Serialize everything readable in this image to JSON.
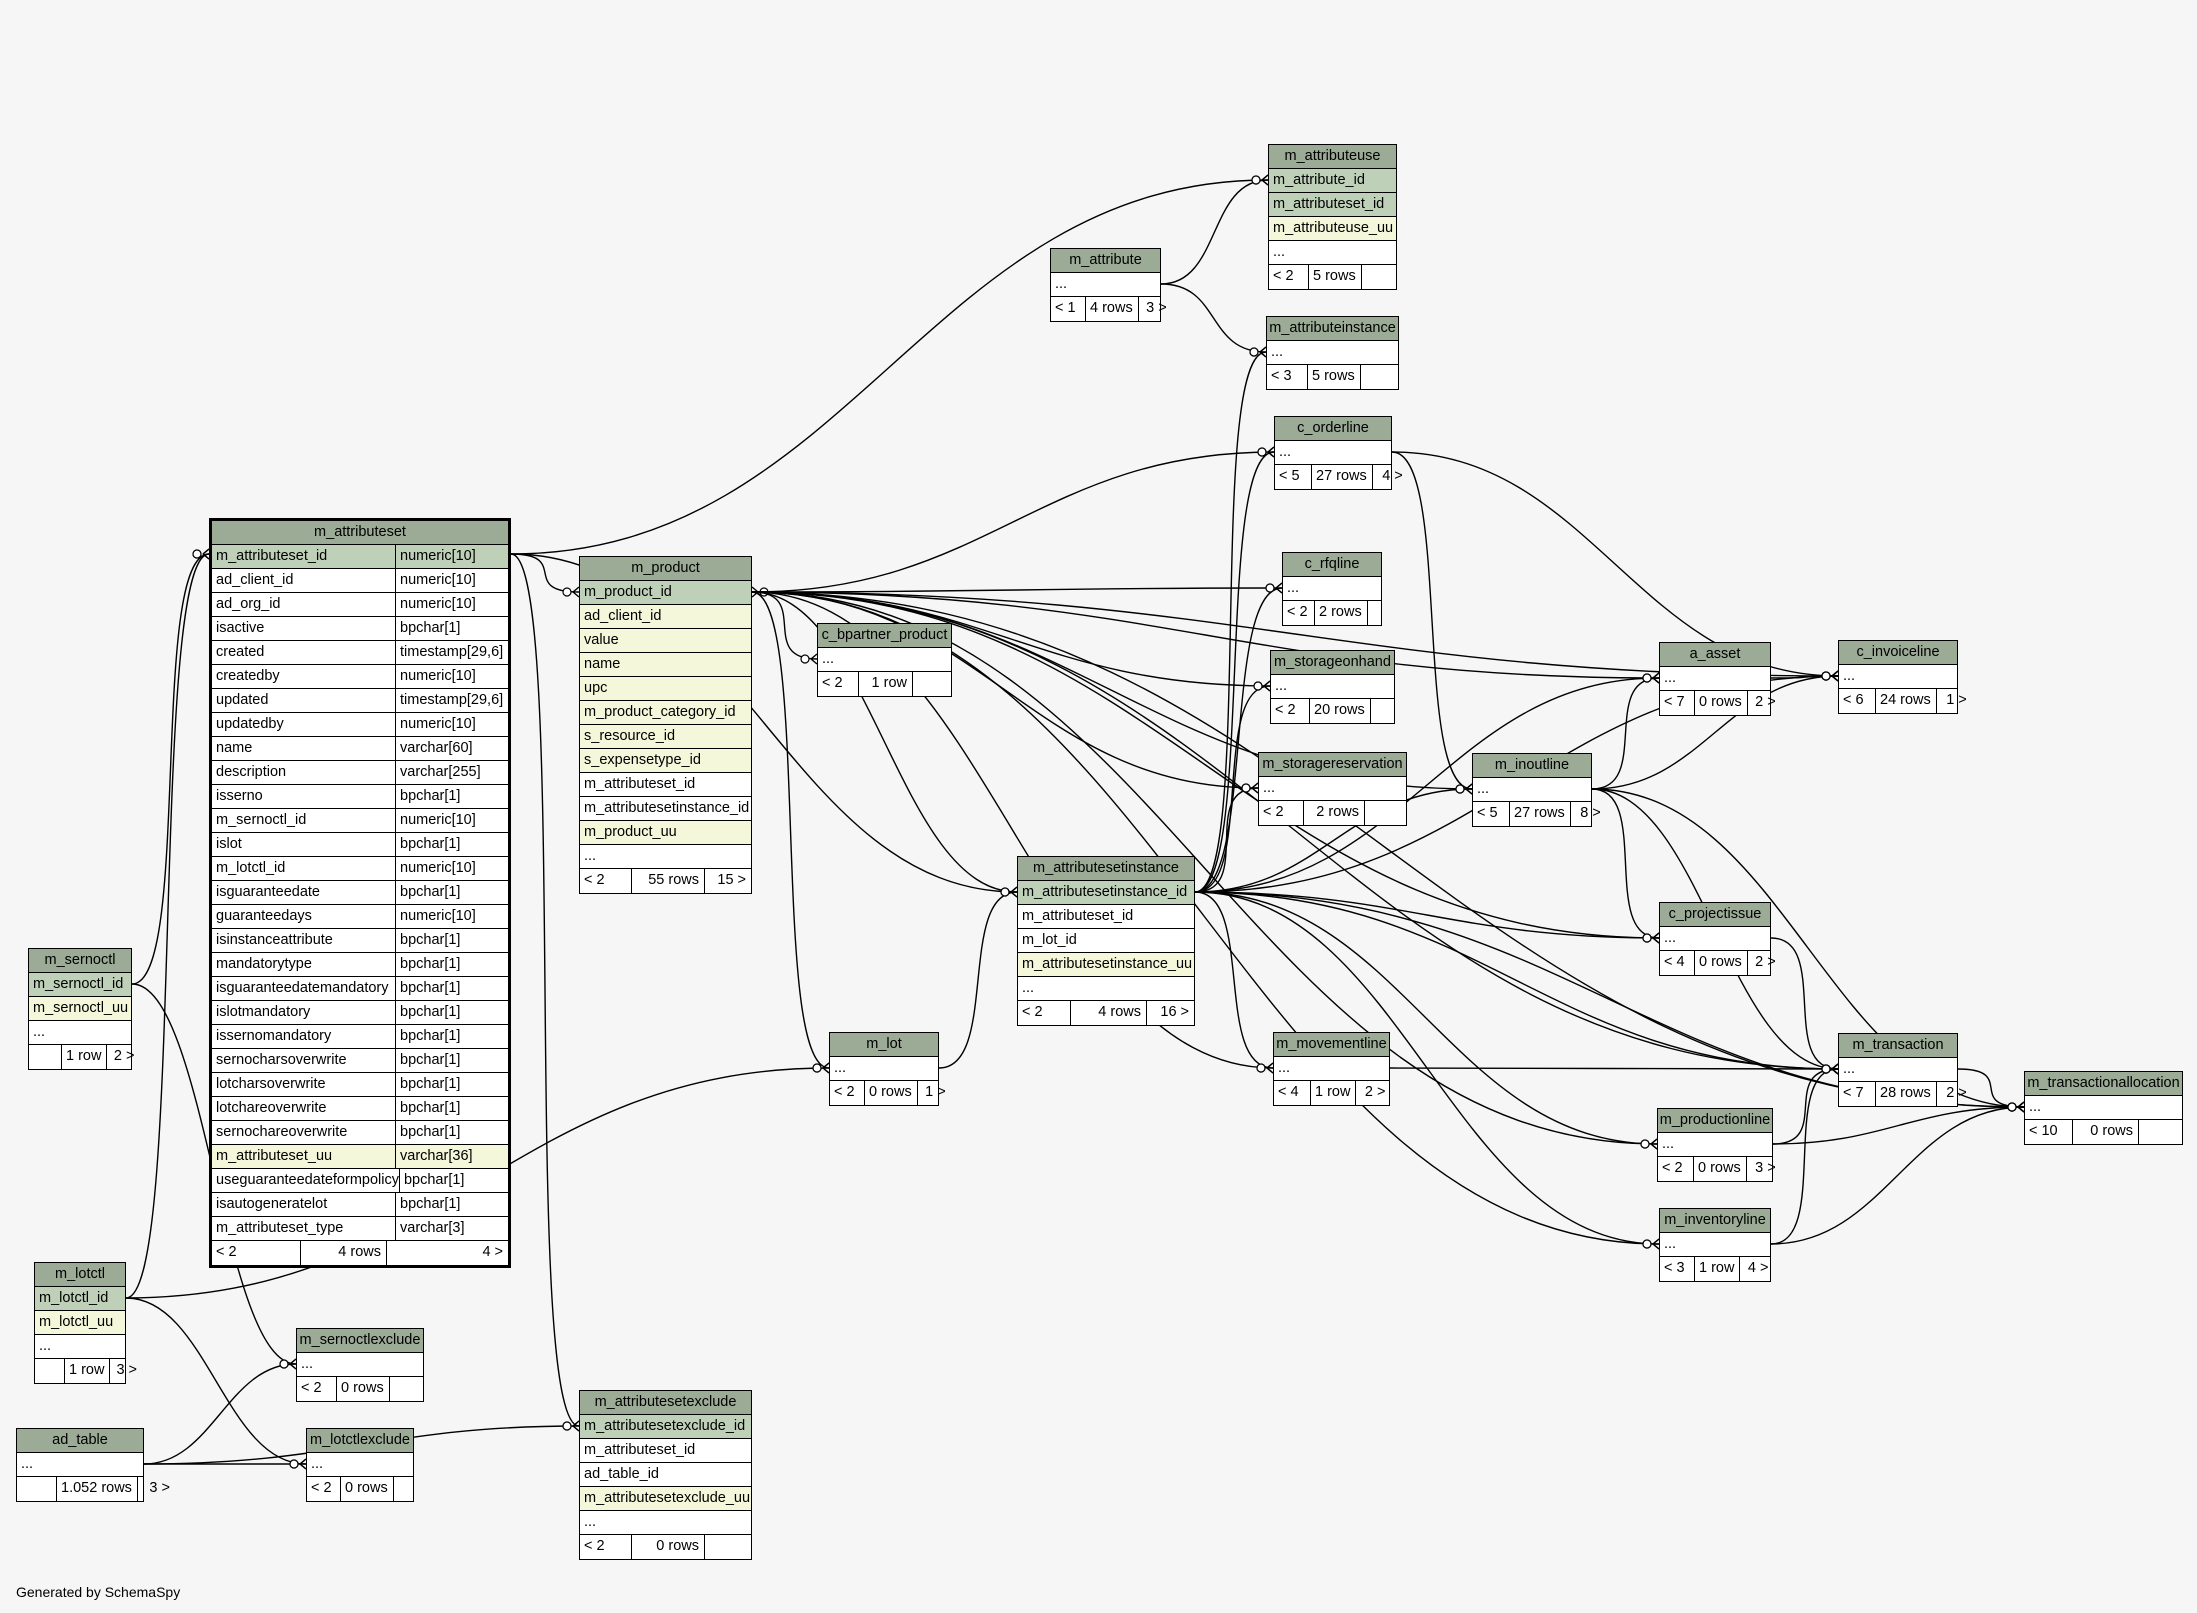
{
  "footer": "Generated by SchemaSpy",
  "colors": {
    "background": "#f6f6f6",
    "header": "#9bab96",
    "primary_key": "#bed1b8",
    "indexed": "#f4f7da",
    "plain": "#ffffff"
  },
  "tables": [
    {
      "id": "m_attributeset",
      "title": "m_attributeset",
      "focus": true,
      "columns": [
        {
          "name": "m_attributeset_id",
          "type": "numeric[10]",
          "kind": "pk"
        },
        {
          "name": "ad_client_id",
          "type": "numeric[10]"
        },
        {
          "name": "ad_org_id",
          "type": "numeric[10]"
        },
        {
          "name": "isactive",
          "type": "bpchar[1]"
        },
        {
          "name": "created",
          "type": "timestamp[29,6]"
        },
        {
          "name": "createdby",
          "type": "numeric[10]"
        },
        {
          "name": "updated",
          "type": "timestamp[29,6]"
        },
        {
          "name": "updatedby",
          "type": "numeric[10]"
        },
        {
          "name": "name",
          "type": "varchar[60]"
        },
        {
          "name": "description",
          "type": "varchar[255]"
        },
        {
          "name": "isserno",
          "type": "bpchar[1]"
        },
        {
          "name": "m_sernoctl_id",
          "type": "numeric[10]"
        },
        {
          "name": "islot",
          "type": "bpchar[1]"
        },
        {
          "name": "m_lotctl_id",
          "type": "numeric[10]"
        },
        {
          "name": "isguaranteedate",
          "type": "bpchar[1]"
        },
        {
          "name": "guaranteedays",
          "type": "numeric[10]"
        },
        {
          "name": "isinstanceattribute",
          "type": "bpchar[1]"
        },
        {
          "name": "mandatorytype",
          "type": "bpchar[1]"
        },
        {
          "name": "isguaranteedatemandatory",
          "type": "bpchar[1]"
        },
        {
          "name": "islotmandatory",
          "type": "bpchar[1]"
        },
        {
          "name": "issernomandatory",
          "type": "bpchar[1]"
        },
        {
          "name": "sernocharsoverwrite",
          "type": "bpchar[1]"
        },
        {
          "name": "lotcharsoverwrite",
          "type": "bpchar[1]"
        },
        {
          "name": "lotchareoverwrite",
          "type": "bpchar[1]"
        },
        {
          "name": "sernochareoverwrite",
          "type": "bpchar[1]"
        },
        {
          "name": "m_attributeset_uu",
          "type": "varchar[36]",
          "kind": "idx"
        },
        {
          "name": "useguaranteedateformpolicy",
          "type": "bpchar[1]"
        },
        {
          "name": "isautogeneratelot",
          "type": "bpchar[1]"
        },
        {
          "name": "m_attributeset_type",
          "type": "varchar[3]"
        }
      ],
      "footer": [
        "< 2",
        "4 rows",
        "4 >"
      ]
    },
    {
      "id": "m_product",
      "title": "m_product",
      "columns": [
        {
          "name": "m_product_id",
          "kind": "pk"
        },
        {
          "name": "ad_client_id",
          "kind": "idx"
        },
        {
          "name": "value",
          "kind": "idx"
        },
        {
          "name": "name",
          "kind": "idx"
        },
        {
          "name": "upc",
          "kind": "idx"
        },
        {
          "name": "m_product_category_id",
          "kind": "idx"
        },
        {
          "name": "s_resource_id",
          "kind": "idx"
        },
        {
          "name": "s_expensetype_id",
          "kind": "idx"
        },
        {
          "name": "m_attributeset_id"
        },
        {
          "name": "m_attributesetinstance_id"
        },
        {
          "name": "m_product_uu",
          "kind": "idx"
        },
        {
          "name": "..."
        }
      ],
      "footer": [
        "< 2",
        "55 rows",
        "15 >"
      ]
    },
    {
      "id": "m_sernoctl",
      "title": "m_sernoctl",
      "columns": [
        {
          "name": "m_sernoctl_id",
          "kind": "pk"
        },
        {
          "name": "m_sernoctl_uu",
          "kind": "idx"
        },
        {
          "name": "..."
        }
      ],
      "footer": [
        "",
        "1 row",
        "2 >"
      ]
    },
    {
      "id": "m_lotctl",
      "title": "m_lotctl",
      "columns": [
        {
          "name": "m_lotctl_id",
          "kind": "pk"
        },
        {
          "name": "m_lotctl_uu",
          "kind": "idx"
        },
        {
          "name": "..."
        }
      ],
      "footer": [
        "",
        "1 row",
        "3 >"
      ]
    },
    {
      "id": "ad_table",
      "title": "ad_table",
      "columns": [
        {
          "name": "..."
        }
      ],
      "footer": [
        "",
        "1.052 rows",
        "3 >"
      ]
    },
    {
      "id": "m_sernoctlexclude",
      "title": "m_sernoctlexclude",
      "columns": [
        {
          "name": "..."
        }
      ],
      "footer": [
        "< 2",
        "0 rows",
        ""
      ]
    },
    {
      "id": "m_lotctlexclude",
      "title": "m_lotctlexclude",
      "columns": [
        {
          "name": "..."
        }
      ],
      "footer": [
        "< 2",
        "0 rows",
        ""
      ]
    },
    {
      "id": "m_attributesetexclude",
      "title": "m_attributesetexclude",
      "columns": [
        {
          "name": "m_attributesetexclude_id",
          "kind": "pk"
        },
        {
          "name": "m_attributeset_id"
        },
        {
          "name": "ad_table_id"
        },
        {
          "name": "m_attributesetexclude_uu",
          "kind": "idx"
        },
        {
          "name": "..."
        }
      ],
      "footer": [
        "< 2",
        "0 rows",
        ""
      ]
    },
    {
      "id": "c_bpartner_product",
      "title": "c_bpartner_product",
      "columns": [
        {
          "name": "..."
        }
      ],
      "footer": [
        "< 2",
        "1 row",
        ""
      ]
    },
    {
      "id": "m_attribute",
      "title": "m_attribute",
      "columns": [
        {
          "name": "..."
        }
      ],
      "footer": [
        "< 1",
        "4 rows",
        "3 >"
      ]
    },
    {
      "id": "m_attributeuse",
      "title": "m_attributeuse",
      "columns": [
        {
          "name": "m_attribute_id",
          "kind": "pk"
        },
        {
          "name": "m_attributeset_id",
          "kind": "pk"
        },
        {
          "name": "m_attributeuse_uu",
          "kind": "idx"
        },
        {
          "name": "..."
        }
      ],
      "footer": [
        "< 2",
        "5 rows",
        ""
      ]
    },
    {
      "id": "m_attributeinstance",
      "title": "m_attributeinstance",
      "columns": [
        {
          "name": "..."
        }
      ],
      "footer": [
        "< 3",
        "5 rows",
        ""
      ]
    },
    {
      "id": "c_orderline",
      "title": "c_orderline",
      "columns": [
        {
          "name": "..."
        }
      ],
      "footer": [
        "< 5",
        "27 rows",
        "4 >"
      ]
    },
    {
      "id": "c_rfqline",
      "title": "c_rfqline",
      "columns": [
        {
          "name": "..."
        }
      ],
      "footer": [
        "< 2",
        "2 rows",
        ""
      ]
    },
    {
      "id": "m_storageonhand",
      "title": "m_storageonhand",
      "columns": [
        {
          "name": "..."
        }
      ],
      "footer": [
        "< 2",
        "20 rows",
        ""
      ]
    },
    {
      "id": "m_storagereservation",
      "title": "m_storagereservation",
      "columns": [
        {
          "name": "..."
        }
      ],
      "footer": [
        "< 2",
        "2 rows",
        ""
      ]
    },
    {
      "id": "m_attributesetinstance",
      "title": "m_attributesetinstance",
      "columns": [
        {
          "name": "m_attributesetinstance_id",
          "kind": "pk"
        },
        {
          "name": "m_attributeset_id"
        },
        {
          "name": "m_lot_id"
        },
        {
          "name": "m_attributesetinstance_uu",
          "kind": "idx"
        },
        {
          "name": "..."
        }
      ],
      "footer": [
        "< 2",
        "4 rows",
        "16 >"
      ]
    },
    {
      "id": "m_lot",
      "title": "m_lot",
      "columns": [
        {
          "name": "..."
        }
      ],
      "footer": [
        "< 2",
        "0 rows",
        "1 >"
      ]
    },
    {
      "id": "m_movementline",
      "title": "m_movementline",
      "columns": [
        {
          "name": "..."
        }
      ],
      "footer": [
        "< 4",
        "1 row",
        "2 >"
      ]
    },
    {
      "id": "m_inoutline",
      "title": "m_inoutline",
      "columns": [
        {
          "name": "..."
        }
      ],
      "footer": [
        "< 5",
        "27 rows",
        "8 >"
      ]
    },
    {
      "id": "a_asset",
      "title": "a_asset",
      "columns": [
        {
          "name": "..."
        }
      ],
      "footer": [
        "< 7",
        "0 rows",
        "2 >"
      ]
    },
    {
      "id": "c_invoiceline",
      "title": "c_invoiceline",
      "columns": [
        {
          "name": "..."
        }
      ],
      "footer": [
        "< 6",
        "24 rows",
        "1 >"
      ]
    },
    {
      "id": "c_projectissue",
      "title": "c_projectissue",
      "columns": [
        {
          "name": "..."
        }
      ],
      "footer": [
        "< 4",
        "0 rows",
        "2 >"
      ]
    },
    {
      "id": "m_transaction",
      "title": "m_transaction",
      "columns": [
        {
          "name": "..."
        }
      ],
      "footer": [
        "< 7",
        "28 rows",
        "2 >"
      ]
    },
    {
      "id": "m_productionline",
      "title": "m_productionline",
      "columns": [
        {
          "name": "..."
        }
      ],
      "footer": [
        "< 2",
        "0 rows",
        "3 >"
      ]
    },
    {
      "id": "m_inventoryline",
      "title": "m_inventoryline",
      "columns": [
        {
          "name": "..."
        }
      ],
      "footer": [
        "< 3",
        "1 row",
        "4 >"
      ]
    },
    {
      "id": "m_transactionallocation",
      "title": "m_transactionallocation",
      "columns": [
        {
          "name": "..."
        }
      ],
      "footer": [
        "< 10",
        "0 rows",
        ""
      ]
    }
  ],
  "relations": [
    {
      "from": "m_sernoctl",
      "to": "m_attributeset"
    },
    {
      "from": "m_lotctl",
      "to": "m_attributeset"
    },
    {
      "from": "m_sernoctl",
      "to": "m_sernoctlexclude"
    },
    {
      "from": "ad_table",
      "to": "m_sernoctlexclude"
    },
    {
      "from": "m_lotctl",
      "to": "m_lotctlexclude"
    },
    {
      "from": "ad_table",
      "to": "m_lotctlexclude"
    },
    {
      "from": "ad_table",
      "to": "m_attributesetexclude"
    },
    {
      "from": "m_attributeset",
      "to": "m_attributesetexclude"
    },
    {
      "from": "m_attributeset",
      "to": "m_product"
    },
    {
      "from": "m_attributesetinstance",
      "to": "m_product"
    },
    {
      "from": "m_attributeset",
      "to": "m_attributesetinstance"
    },
    {
      "from": "m_attributeset",
      "to": "m_attributeuse"
    },
    {
      "from": "m_attribute",
      "to": "m_attributeuse"
    },
    {
      "from": "m_attribute",
      "to": "m_attributeinstance"
    },
    {
      "from": "m_attributesetinstance",
      "to": "m_attributeinstance"
    },
    {
      "from": "m_lotctl",
      "to": "m_lot"
    },
    {
      "from": "m_product",
      "to": "m_lot"
    },
    {
      "from": "m_lot",
      "to": "m_attributesetinstance"
    },
    {
      "from": "m_product",
      "to": "c_bpartner_product"
    },
    {
      "from": "m_product",
      "to": "c_orderline"
    },
    {
      "from": "m_product",
      "to": "c_rfqline"
    },
    {
      "from": "m_product",
      "to": "m_storageonhand"
    },
    {
      "from": "m_product",
      "to": "m_storagereservation"
    },
    {
      "from": "m_product",
      "to": "m_movementline"
    },
    {
      "from": "m_product",
      "to": "m_inoutline"
    },
    {
      "from": "m_product",
      "to": "a_asset"
    },
    {
      "from": "m_product",
      "to": "c_invoiceline"
    },
    {
      "from": "m_product",
      "to": "c_projectissue"
    },
    {
      "from": "m_product",
      "to": "m_transaction"
    },
    {
      "from": "m_product",
      "to": "m_productionline"
    },
    {
      "from": "m_product",
      "to": "m_inventoryline"
    },
    {
      "from": "m_product",
      "to": "m_transactionallocation"
    },
    {
      "from": "m_attributesetinstance",
      "to": "c_orderline"
    },
    {
      "from": "m_attributesetinstance",
      "to": "c_rfqline"
    },
    {
      "from": "m_attributesetinstance",
      "to": "m_storageonhand"
    },
    {
      "from": "m_attributesetinstance",
      "to": "m_storagereservation"
    },
    {
      "from": "m_attributesetinstance",
      "to": "m_movementline"
    },
    {
      "from": "m_attributesetinstance",
      "to": "m_inoutline"
    },
    {
      "from": "m_attributesetinstance",
      "to": "a_asset"
    },
    {
      "from": "m_attributesetinstance",
      "to": "c_invoiceline"
    },
    {
      "from": "m_attributesetinstance",
      "to": "c_projectissue"
    },
    {
      "from": "m_attributesetinstance",
      "to": "m_transaction"
    },
    {
      "from": "m_attributesetinstance",
      "to": "m_productionline"
    },
    {
      "from": "m_attributesetinstance",
      "to": "m_inventoryline"
    },
    {
      "from": "m_attributesetinstance",
      "to": "m_transactionallocation"
    },
    {
      "from": "c_orderline",
      "to": "m_inoutline"
    },
    {
      "from": "c_orderline",
      "to": "c_invoiceline"
    },
    {
      "from": "m_inoutline",
      "to": "a_asset"
    },
    {
      "from": "m_inoutline",
      "to": "c_invoiceline"
    },
    {
      "from": "m_inoutline",
      "to": "c_projectissue"
    },
    {
      "from": "m_inoutline",
      "to": "m_transaction"
    },
    {
      "from": "m_inoutline",
      "to": "m_transactionallocation"
    },
    {
      "from": "a_asset",
      "to": "c_invoiceline"
    },
    {
      "from": "c_projectissue",
      "to": "m_transaction"
    },
    {
      "from": "m_movementline",
      "to": "m_transaction"
    },
    {
      "from": "m_productionline",
      "to": "m_transaction"
    },
    {
      "from": "m_inventoryline",
      "to": "m_transaction"
    },
    {
      "from": "m_transaction",
      "to": "m_transactionallocation"
    },
    {
      "from": "m_productionline",
      "to": "m_transactionallocation"
    },
    {
      "from": "m_inventoryline",
      "to": "m_transactionallocation"
    }
  ]
}
